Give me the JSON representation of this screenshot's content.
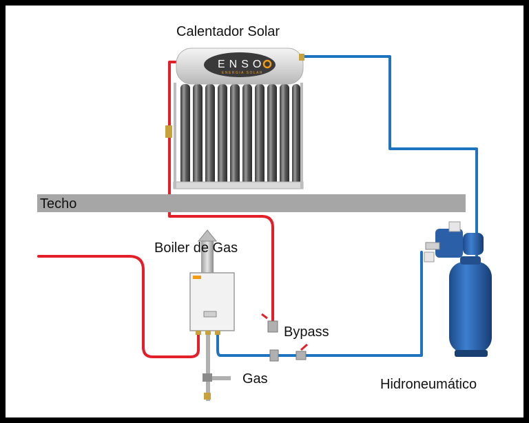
{
  "labels": {
    "solar_heater": "Calentador Solar",
    "roof": "Techo",
    "gas_boiler": "Boiler de Gas",
    "bypass": "Bypass",
    "gas": "Gas",
    "hydro": "Hidroneumático"
  },
  "logo": {
    "brand": "ENSO",
    "tagline": "ENERGIA SOLAR"
  },
  "colors": {
    "hot_pipe": "#e3202a",
    "cold_pipe": "#1e73be",
    "roof": "#a6a6a6",
    "tank": "#2b5fa8",
    "background": "#ffffff",
    "frame": "#000000"
  }
}
